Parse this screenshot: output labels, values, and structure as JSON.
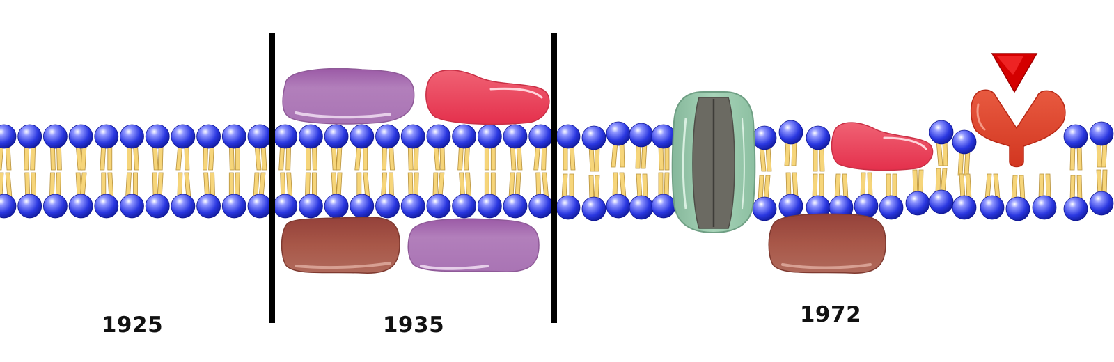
{
  "models": [
    {
      "id": "1925",
      "year_label": "1925"
    },
    {
      "id": "1935",
      "year_label": "1935"
    },
    {
      "id": "1972",
      "year_label": "1972"
    }
  ],
  "colors": {
    "phospholipid_head": "#2a37e0",
    "phospholipid_tail": "#f6d57a",
    "protein_purple": "#a56aaf",
    "protein_pink": "#e8475f",
    "protein_brown": "#a24c40",
    "channel_green": "#9cc9ad",
    "channel_core": "#6a6a62",
    "receptor_red": "#de4030",
    "ligand_red": "#d40000",
    "divider": "#000000"
  }
}
